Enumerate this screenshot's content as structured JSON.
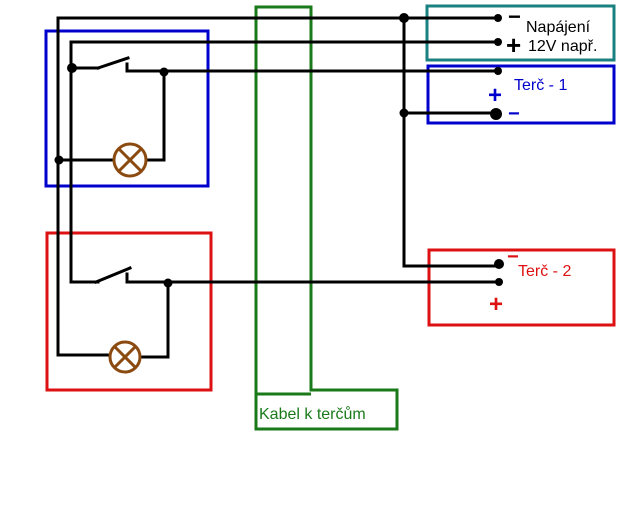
{
  "colors": {
    "wire": "#000000",
    "power_box": "#1a8080",
    "target1": "#0000cc",
    "target2": "#dd1111",
    "cable": "#1a7a1a",
    "lamp": "#8b4a10"
  },
  "power": {
    "label_line1": "Napájení",
    "label_line2": "12V např.",
    "minus_sign": "−",
    "plus_sign": "+"
  },
  "target1": {
    "label": "Terč - 1",
    "plus_sign": "+",
    "minus_sign": "−"
  },
  "target2": {
    "label": "Terč - 2",
    "plus_sign": "+",
    "minus_sign": "−"
  },
  "cable": {
    "label": "Kabel k terčům"
  },
  "components": {
    "switch_1": "switch",
    "lamp_1": "lamp",
    "switch_2": "switch",
    "lamp_2": "lamp"
  }
}
